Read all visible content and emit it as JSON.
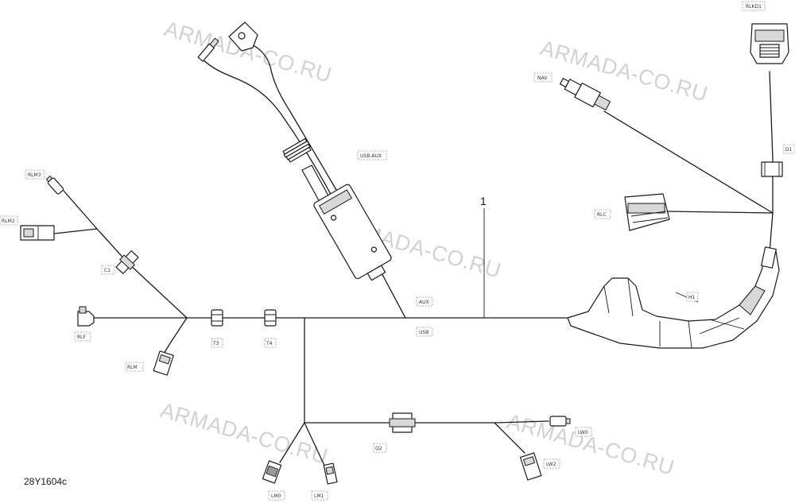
{
  "watermark": "ARMADA-CO.RU",
  "drawing_code": "28Y1604c",
  "callout_number": "1",
  "labels": {
    "rlkd1": "RLKD1",
    "nav": "NAV",
    "d1": "D1",
    "usb_aux": "USB-AUX",
    "rlm3": "RLM3",
    "rlm2": "RLM2",
    "c1": "C1",
    "rlc": "RLC",
    "rlf": "RLF",
    "t3": "T3",
    "t4": "T4",
    "aux": "AUX",
    "usb": "USB",
    "h1": "H1",
    "rlm": "RLM",
    "q2": "Q2",
    "lw0": "LW0",
    "lw2": "LW2",
    "lm0": "LM0",
    "lm1": "LM1"
  },
  "colors": {
    "line": "#1a1a1a",
    "watermark": "#d2d2d2",
    "background": "#ffffff"
  }
}
